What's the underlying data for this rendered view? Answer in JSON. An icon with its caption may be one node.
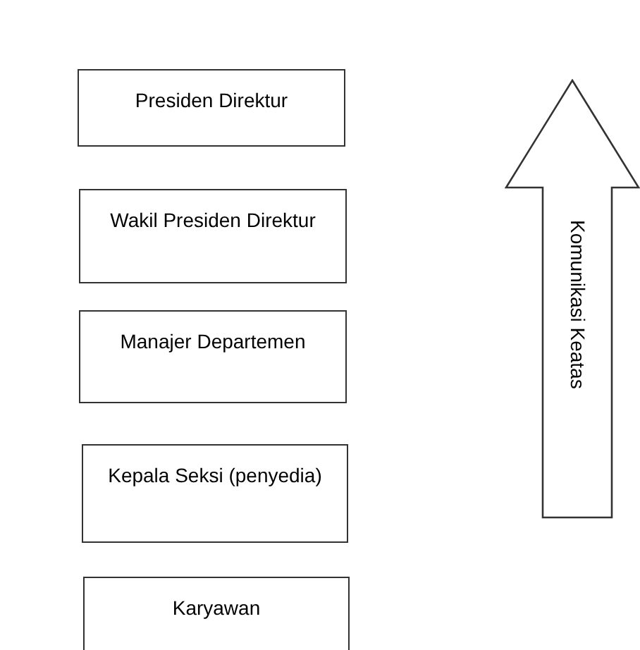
{
  "diagram": {
    "nodes": [
      {
        "text": [
          "Presiden Direktur"
        ]
      },
      {
        "text": [
          "Wakil Presiden Direktur"
        ]
      },
      {
        "text": [
          "Manajer Departemen"
        ]
      },
      {
        "text": [
          "Kepala Seksi (penyedia)"
        ]
      },
      {
        "text": [
          "Karyawan"
        ]
      },
      {
        "text": [
          "Komunikasi Keatas"
        ]
      }
    ]
  }
}
